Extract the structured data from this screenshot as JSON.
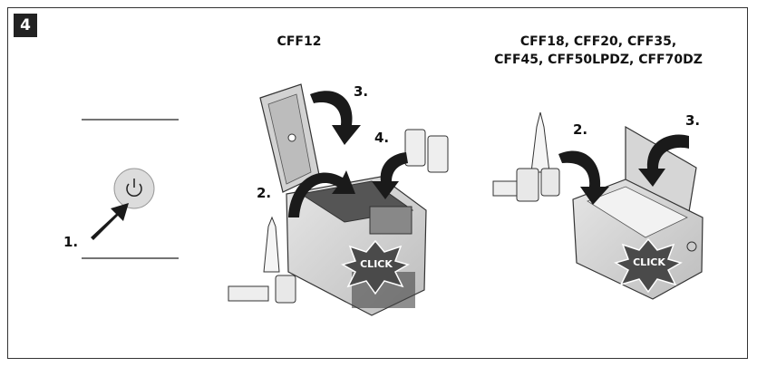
{
  "figure_number": "4",
  "left_panel": {
    "step1": "1."
  },
  "middle_panel": {
    "model": "CFF12",
    "step2": "2.",
    "step3": "3.",
    "step4": "4.",
    "click": "CLICK"
  },
  "right_panel": {
    "models_line1": "CFF18, CFF20, CFF35,",
    "models_line2": "CFF45, CFF50LPDZ, CFF70DZ",
    "step2": "2.",
    "step3": "3.",
    "click": "CLICK"
  }
}
